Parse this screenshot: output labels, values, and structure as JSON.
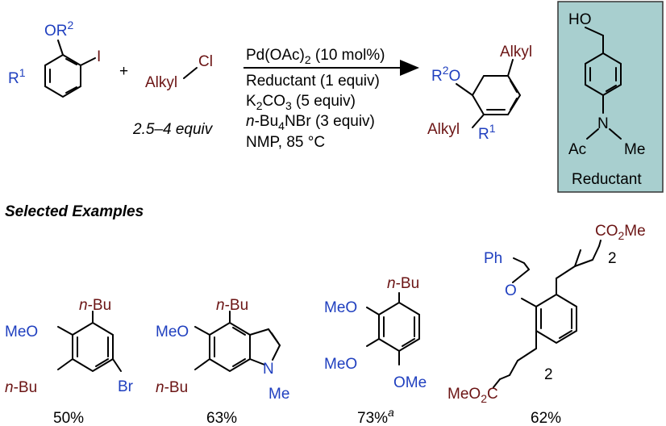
{
  "reaction": {
    "reagent_a": {
      "or_group": "OR",
      "or_sup": "2",
      "halide": "I",
      "r_group": "R",
      "r_sup": "1"
    },
    "plus": "+",
    "reagent_b": {
      "alkyl": "Alkyl",
      "cl": "Cl",
      "equiv": "2.5–4 equiv"
    },
    "conditions": {
      "line1_a": "Pd(OAc)",
      "line1_sub": "2",
      "line1_b": " (10 mol%)",
      "line2": "Reductant (1 equiv)",
      "line3_a": "K",
      "line3_sub1": "2",
      "line3_b": "CO",
      "line3_sub2": "3",
      "line3_c": " (5 equiv)",
      "line4_a": "n",
      "line4_b": "-Bu",
      "line4_sub": "4",
      "line4_c": "NBr (3 equiv)",
      "line5": "NMP, 85 °C"
    },
    "product": {
      "r2o_r": "R",
      "r2o_sup": "2",
      "r2o_o": "O",
      "alkyl_top": "Alkyl",
      "alkyl_bottom": "Alkyl",
      "r1": "R",
      "r1_sup": "1"
    }
  },
  "reductant_box": {
    "ho": "HO",
    "n": "N",
    "ac": "Ac",
    "me": "Me",
    "caption": "Reductant",
    "bg_color": "#a8cfcf"
  },
  "section_title": "Selected Examples",
  "examples": [
    {
      "yield": "50%",
      "labels": {
        "nbu_top": "n",
        "bu_top": "-Bu",
        "meo": "MeO",
        "nbu_left": "n",
        "bu_left": "-Bu",
        "br": "Br"
      }
    },
    {
      "yield": "63%",
      "labels": {
        "nbu_top": "n",
        "bu_top": "-Bu",
        "meo": "MeO",
        "nbu_left": "n",
        "bu_left": "-Bu",
        "n": "N",
        "me": "Me"
      }
    },
    {
      "yield": "73%",
      "yield_sup": "a",
      "labels": {
        "nbu_top": "n",
        "bu_top": "-Bu",
        "meo1": "MeO",
        "meo2": "MeO",
        "ome": "OMe"
      }
    },
    {
      "yield": "62%",
      "labels": {
        "ph": "Ph",
        "o": "O",
        "co2me_a": "CO",
        "co2me_sub": "2",
        "co2me_b": "Me",
        "two_top": "2",
        "meo2c_a": "MeO",
        "meo2c_sub": "2",
        "meo2c_b": "C",
        "two_bottom": "2"
      }
    }
  ],
  "colors": {
    "blue": "#1f3fbf",
    "brown": "#6b1414",
    "black": "#000000"
  }
}
